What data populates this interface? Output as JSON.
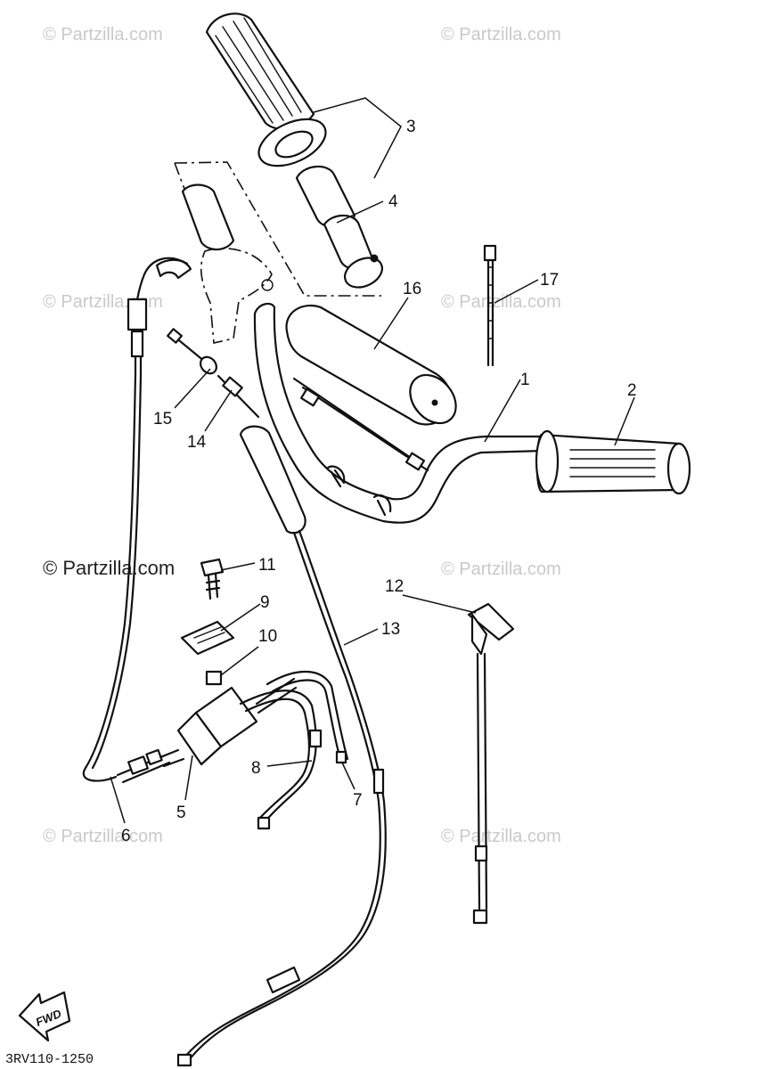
{
  "watermark": {
    "faint_text": "© Partzilla.com",
    "strong_text": "© Partzilla.com"
  },
  "callouts": [
    "1",
    "2",
    "3",
    "4",
    "5",
    "6",
    "7",
    "8",
    "9",
    "10",
    "11",
    "12",
    "13",
    "14",
    "15",
    "16",
    "17"
  ],
  "direction_label": "FWD",
  "diagram_code": "3RV110-1250",
  "colors": {
    "line": "#111111",
    "watermark": "#c9c9c9",
    "background": "#ffffff"
  }
}
